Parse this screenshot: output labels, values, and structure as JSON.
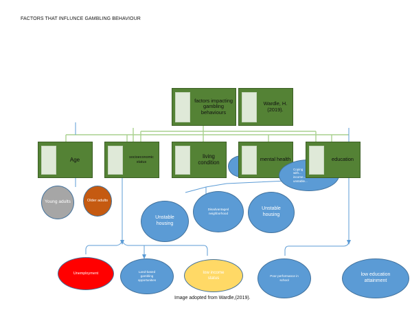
{
  "page": {
    "title": "FACTORS THAT INFLUNCE GAMBLING BEHAVIOUR",
    "caption": "Image adopted from Wardle,(2019)."
  },
  "boxes": {
    "factors": "factors impacting gambling behaviours",
    "source": "Wardle, H. (2019).",
    "age": "Age",
    "socioeconomic": "socioeconomic status",
    "living": "living condition",
    "mental": "mental health",
    "education": "education"
  },
  "nodes": {
    "young_adults": "Young adults",
    "older_adults": "Older adults",
    "coping": "Coping with... income... unstable...",
    "unstable_housing_1": "Unstable housing",
    "disadvantaged": "Disadvantaged neighborhood",
    "unstable_housing_2": "Unstable housing",
    "unemployment": "Unemployment",
    "land_based": "Land-based gambling opportunities",
    "low_income": "low income status",
    "poor_performance": "Poor performance in school",
    "low_education": "low education attainment"
  },
  "colors": {
    "box_green": "#548235",
    "thumb": "#dfe9d8",
    "line_green": "#a9d18e",
    "line_blue": "#5b9bd5",
    "oval_blue": "#5b9bd5",
    "grey": "#a6a6a6",
    "orange": "#c55a11",
    "red": "#ff0000",
    "yellow": "#ffd966"
  }
}
